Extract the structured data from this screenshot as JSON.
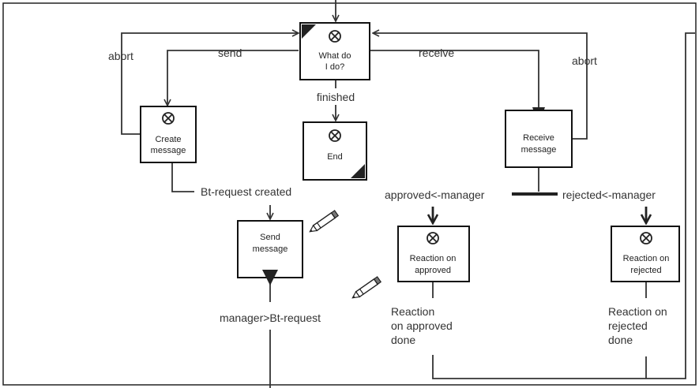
{
  "nodes": {
    "what_do_i_do": {
      "label_line1": "What do",
      "label_line2": "I do?"
    },
    "create_message": {
      "label_line1": "Create",
      "label_line2": "message"
    },
    "end": {
      "label": "End"
    },
    "receive_message": {
      "label_line1": "Receive",
      "label_line2": "message"
    },
    "send_message": {
      "label_line1": "Send",
      "label_line2": "message"
    },
    "reaction_approved": {
      "label_line1": "Reaction on",
      "label_line2": "approved"
    },
    "reaction_rejected": {
      "label_line1": "Reaction on",
      "label_line2": "rejected"
    }
  },
  "edge_labels": {
    "abort_left": "abort",
    "send": "send",
    "receive": "receive",
    "abort_right": "abort",
    "finished": "finished",
    "bt_request_created": "Bt-request created",
    "approved_manager": "approved<-manager",
    "rejected_manager": "rejected<-manager",
    "manager_bt_request": "manager>Bt-request",
    "reaction_approved_done": [
      "Reaction",
      "on approved",
      "done"
    ],
    "reaction_rejected_done": [
      "Reaction on",
      "rejected",
      "done"
    ]
  },
  "colors": {
    "line": "#333333",
    "box_border": "#111111",
    "marker": "#222222"
  },
  "icons": [
    "start-marker-icon",
    "end-marker-icon",
    "pencil-icon"
  ]
}
